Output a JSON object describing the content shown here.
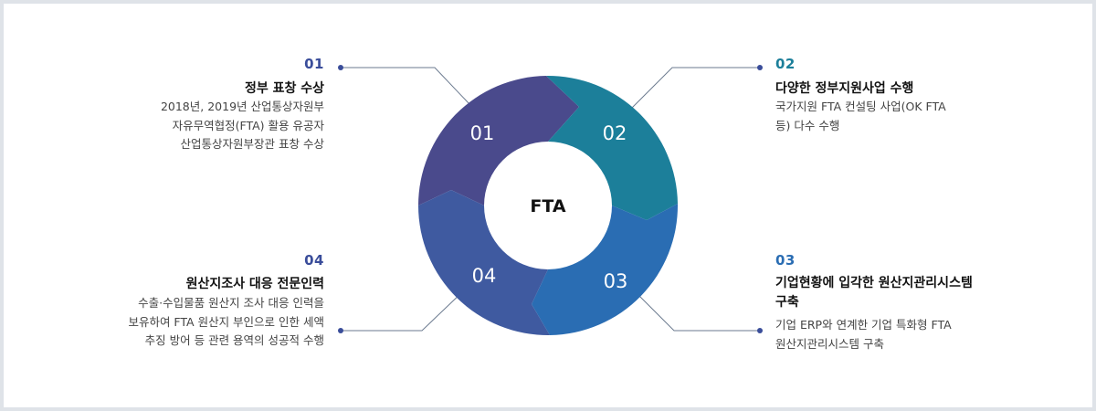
{
  "center": {
    "label": "FTA"
  },
  "segments": [
    {
      "label": "01",
      "color": "#4a4a8c"
    },
    {
      "label": "02",
      "color": "#1c7f9a"
    },
    {
      "label": "03",
      "color": "#2a6db3"
    },
    {
      "label": "04",
      "color": "#3f5aa0"
    }
  ],
  "items": [
    {
      "num": "01",
      "num_color": "#3a4d9a",
      "title": "정부 표창 수상",
      "desc": [
        "2018년, 2019년 산업통상자원부",
        "자유무역협정(FTA) 활용 유공자",
        "산업통상자원부장관 표창 수상"
      ]
    },
    {
      "num": "02",
      "num_color": "#1c7f9a",
      "title": "다양한 정부지원사업 수행",
      "desc": [
        "국가지원 FTA 컨설팅 사업(OK FTA",
        "등) 다수 수행"
      ]
    },
    {
      "num": "03",
      "num_color": "#2a6db3",
      "title_lines": [
        "기업현황에 입각한 원산지관리시스템",
        "구축"
      ],
      "desc": [
        "기업 ERP와 연계한 기업 특화형 FTA",
        "원산지관리시스템 구축"
      ]
    },
    {
      "num": "04",
      "num_color": "#3a4d9a",
      "title": "원산지조사 대응 전문인력",
      "desc": [
        "수출·수입물품 원산지 조사 대응 인력을",
        "보유하여 FTA 원산지 부인으로 인한 세액",
        "추징 방어 등 관련 용역의 성공적 수행"
      ]
    }
  ],
  "colors": {
    "connector": "#6b7a8f",
    "dot": "#3a4d9a",
    "background": "#dfe3e8"
  }
}
